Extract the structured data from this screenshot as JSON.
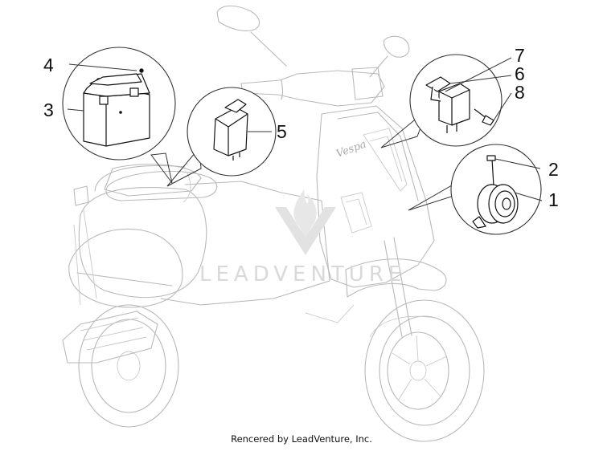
{
  "callouts": {
    "n1": "1",
    "n2": "2",
    "n3": "3",
    "n4": "4",
    "n5": "5",
    "n6": "6",
    "n7": "7",
    "n8": "8"
  },
  "watermark": "LEADVENTURE",
  "badge_text": "Vespa",
  "credit": "Rencered by LeadVenture, Inc.",
  "colors": {
    "line": "#111111",
    "ghost": "#b9b9b9",
    "watermark": "#d9d9d9"
  }
}
